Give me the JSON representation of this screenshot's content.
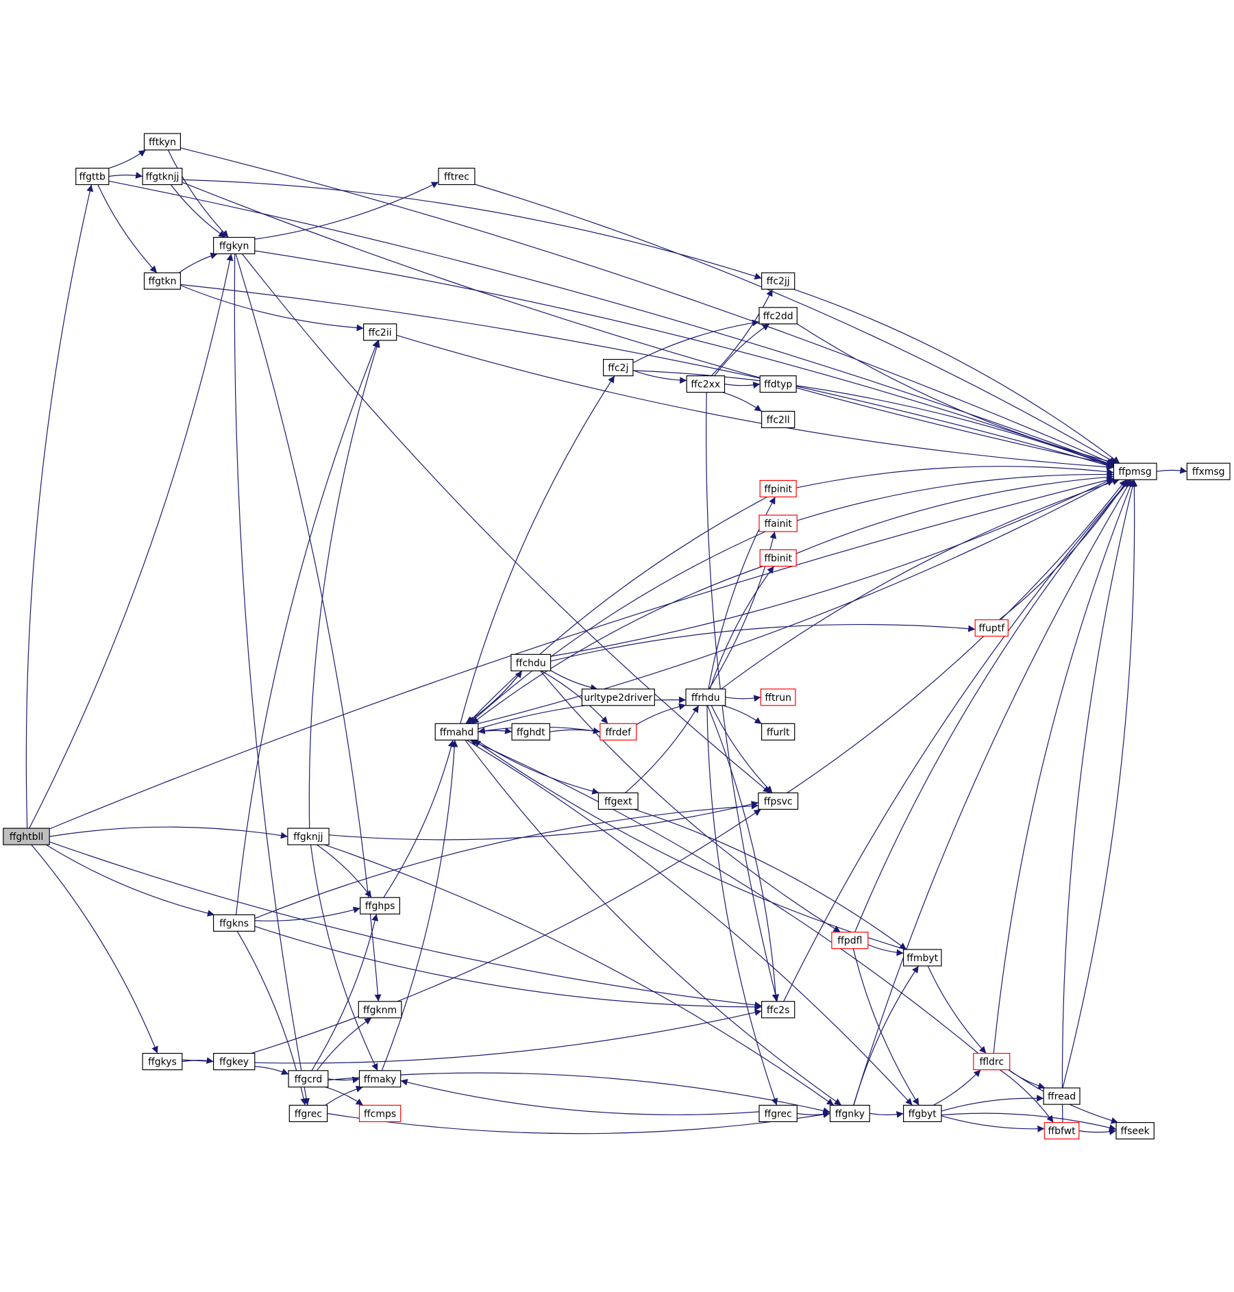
{
  "colors": {
    "edge": "#191970",
    "node_border": "#000000",
    "node_border_incomplete": "#ff0000",
    "root_fill": "#bfbfbf"
  },
  "nodes": [
    {
      "id": "ffghtbll",
      "label": "ffghtbll",
      "root": true
    },
    {
      "id": "ffgttb",
      "label": "ffgttb"
    },
    {
      "id": "fftkyn",
      "label": "fftkyn"
    },
    {
      "id": "ffgtknjj",
      "label": "ffgtknjj"
    },
    {
      "id": "ffgtkn",
      "label": "ffgtkn"
    },
    {
      "id": "ffgkyn",
      "label": "ffgkyn"
    },
    {
      "id": "fftrec",
      "label": "fftrec"
    },
    {
      "id": "ffc2ii",
      "label": "ffc2ii"
    },
    {
      "id": "ffc2jj",
      "label": "ffc2jj"
    },
    {
      "id": "ffc2dd",
      "label": "ffc2dd"
    },
    {
      "id": "ffc2j",
      "label": "ffc2j"
    },
    {
      "id": "ffc2xx",
      "label": "ffc2xx"
    },
    {
      "id": "ffdtyp",
      "label": "ffdtyp"
    },
    {
      "id": "ffc2ll",
      "label": "ffc2ll"
    },
    {
      "id": "ffpmsg",
      "label": "ffpmsg"
    },
    {
      "id": "ffxmsg",
      "label": "ffxmsg"
    },
    {
      "id": "ffpinit",
      "label": "ffpinit",
      "incomplete": true
    },
    {
      "id": "ffainit",
      "label": "ffainit",
      "incomplete": true
    },
    {
      "id": "ffbinit",
      "label": "ffbinit",
      "incomplete": true
    },
    {
      "id": "ffuptf",
      "label": "ffuptf",
      "incomplete": true
    },
    {
      "id": "ffchdu",
      "label": "ffchdu"
    },
    {
      "id": "urltype2driver",
      "label": "urltype2driver"
    },
    {
      "id": "ffrhdu",
      "label": "ffrhdu"
    },
    {
      "id": "fftrun",
      "label": "fftrun",
      "incomplete": true
    },
    {
      "id": "ffmahd",
      "label": "ffmahd"
    },
    {
      "id": "ffghdt",
      "label": "ffghdt"
    },
    {
      "id": "ffrdef",
      "label": "ffrdef",
      "incomplete": true
    },
    {
      "id": "ffurlt",
      "label": "ffurlt"
    },
    {
      "id": "ffgext",
      "label": "ffgext"
    },
    {
      "id": "ffpsvc",
      "label": "ffpsvc"
    },
    {
      "id": "ffgknjj",
      "label": "ffgknjj"
    },
    {
      "id": "ffghps",
      "label": "ffghps"
    },
    {
      "id": "ffgkns",
      "label": "ffgkns"
    },
    {
      "id": "ffpdfl",
      "label": "ffpdfl",
      "incomplete": true
    },
    {
      "id": "ffmbyt",
      "label": "ffmbyt"
    },
    {
      "id": "ffgknm",
      "label": "ffgknm"
    },
    {
      "id": "ffc2s",
      "label": "ffc2s"
    },
    {
      "id": "ffldrc",
      "label": "ffldrc",
      "incomplete": true
    },
    {
      "id": "ffgkys",
      "label": "ffgkys"
    },
    {
      "id": "ffgkey",
      "label": "ffgkey"
    },
    {
      "id": "ffgcrd",
      "label": "ffgcrd"
    },
    {
      "id": "ffmaky",
      "label": "ffmaky"
    },
    {
      "id": "ffread",
      "label": "ffread"
    },
    {
      "id": "ffgrec_left",
      "label": "ffgrec"
    },
    {
      "id": "ffcmps",
      "label": "ffcmps",
      "incomplete": true
    },
    {
      "id": "ffgrec_right",
      "label": "ffgrec"
    },
    {
      "id": "ffgnky",
      "label": "ffgnky"
    },
    {
      "id": "ffgbyt",
      "label": "ffgbyt"
    },
    {
      "id": "ffbfwt",
      "label": "ffbfwt",
      "incomplete": true
    },
    {
      "id": "ffseek",
      "label": "ffseek"
    }
  ],
  "edges": [
    [
      "ffghtbll",
      "ffgttb"
    ],
    [
      "ffghtbll",
      "ffgkyn"
    ],
    [
      "ffghtbll",
      "ffgknjj"
    ],
    [
      "ffghtbll",
      "ffgkns"
    ],
    [
      "ffghtbll",
      "ffgkys"
    ],
    [
      "ffghtbll",
      "ffc2s"
    ],
    [
      "ffghtbll",
      "ffpmsg"
    ],
    [
      "ffgttb",
      "fftkyn"
    ],
    [
      "ffgttb",
      "ffgtknjj"
    ],
    [
      "ffgttb",
      "ffgtkn"
    ],
    [
      "ffgttb",
      "ffpmsg"
    ],
    [
      "fftkyn",
      "ffgkyn"
    ],
    [
      "fftkyn",
      "ffpmsg"
    ],
    [
      "ffgtknjj",
      "ffgkyn"
    ],
    [
      "ffgtknjj",
      "ffc2jj"
    ],
    [
      "ffgtknjj",
      "ffpmsg"
    ],
    [
      "ffgtkn",
      "ffgkyn"
    ],
    [
      "ffgtkn",
      "ffc2ii"
    ],
    [
      "ffgtkn",
      "ffpmsg"
    ],
    [
      "ffgkyn",
      "fftrec"
    ],
    [
      "ffgkyn",
      "ffpmsg"
    ],
    [
      "ffgkyn",
      "ffpsvc"
    ],
    [
      "ffgkyn",
      "ffgknm"
    ],
    [
      "ffgkyn",
      "ffgrec_left"
    ],
    [
      "fftrec",
      "ffpmsg"
    ],
    [
      "ffc2ii",
      "ffpmsg"
    ],
    [
      "ffc2jj",
      "ffpmsg"
    ],
    [
      "ffc2dd",
      "ffpmsg"
    ],
    [
      "ffc2j",
      "ffc2dd"
    ],
    [
      "ffc2j",
      "ffc2xx"
    ],
    [
      "ffc2j",
      "ffpmsg"
    ],
    [
      "ffc2xx",
      "ffc2jj"
    ],
    [
      "ffc2xx",
      "ffc2dd"
    ],
    [
      "ffc2xx",
      "ffdtyp"
    ],
    [
      "ffc2xx",
      "ffc2ll"
    ],
    [
      "ffc2xx",
      "ffc2s"
    ],
    [
      "ffpmsg",
      "ffxmsg"
    ],
    [
      "ffpinit",
      "ffmahd"
    ],
    [
      "ffpinit",
      "ffpmsg"
    ],
    [
      "ffainit",
      "ffmahd"
    ],
    [
      "ffainit",
      "ffpmsg"
    ],
    [
      "ffbinit",
      "ffmahd"
    ],
    [
      "ffbinit",
      "ffpmsg"
    ],
    [
      "ffuptf",
      "ffpmsg"
    ],
    [
      "ffchdu",
      "ffmahd"
    ],
    [
      "ffchdu",
      "ffpmsg"
    ],
    [
      "ffchdu",
      "ffuptf"
    ],
    [
      "ffchdu",
      "urltype2driver"
    ],
    [
      "ffchdu",
      "ffrdef"
    ],
    [
      "ffchdu",
      "ffpdfl"
    ],
    [
      "ffrhdu",
      "ffpinit"
    ],
    [
      "ffrhdu",
      "ffainit"
    ],
    [
      "ffrhdu",
      "ffbinit"
    ],
    [
      "ffrhdu",
      "fftrun"
    ],
    [
      "ffrhdu",
      "ffurlt"
    ],
    [
      "ffrhdu",
      "ffpsvc"
    ],
    [
      "ffrhdu",
      "ffc2s"
    ],
    [
      "ffrhdu",
      "ffgrec_right"
    ],
    [
      "ffrhdu",
      "ffpmsg"
    ],
    [
      "ffmahd",
      "ffchdu"
    ],
    [
      "ffmahd",
      "ffghdt"
    ],
    [
      "ffmahd",
      "ffgext"
    ],
    [
      "ffmahd",
      "ffc2j"
    ],
    [
      "ffmahd",
      "ffpmsg"
    ],
    [
      "ffmahd",
      "ffrhdu"
    ],
    [
      "ffmahd",
      "ffgnky"
    ],
    [
      "ffmahd",
      "ffgbyt"
    ],
    [
      "ffghdt",
      "ffmahd"
    ],
    [
      "ffghdt",
      "ffrdef"
    ],
    [
      "ffrdef",
      "ffmahd"
    ],
    [
      "ffrdef",
      "ffrhdu"
    ],
    [
      "ffgext",
      "ffrhdu"
    ],
    [
      "ffgext",
      "ffmbyt"
    ],
    [
      "ffpsvc",
      "ffpmsg"
    ],
    [
      "ffgknjj",
      "ffc2ii"
    ],
    [
      "ffgknjj",
      "ffpsvc"
    ],
    [
      "ffgknjj",
      "ffghps"
    ],
    [
      "ffgknjj",
      "ffmaky"
    ],
    [
      "ffgknjj",
      "ffgnky"
    ],
    [
      "ffghps",
      "ffmahd"
    ],
    [
      "ffgkns",
      "ffc2ii"
    ],
    [
      "ffgkns",
      "ffghps"
    ],
    [
      "ffgkns",
      "ffpsvc"
    ],
    [
      "ffgkns",
      "ffc2s"
    ],
    [
      "ffgkns",
      "ffgrec_left"
    ],
    [
      "ffpdfl",
      "ffmbyt"
    ],
    [
      "ffpdfl",
      "ffpmsg"
    ],
    [
      "ffpdfl",
      "ffgbyt"
    ],
    [
      "ffmbyt",
      "ffmahd"
    ],
    [
      "ffmbyt",
      "ffldrc"
    ],
    [
      "ffc2s",
      "ffpmsg"
    ],
    [
      "ffldrc",
      "ffmahd"
    ],
    [
      "ffldrc",
      "ffpmsg"
    ],
    [
      "ffldrc",
      "ffread"
    ],
    [
      "ffldrc",
      "ffbfwt"
    ],
    [
      "ffldrc",
      "ffseek"
    ],
    [
      "ffgkys",
      "ffgkey"
    ],
    [
      "ffgkys",
      "ffc2s"
    ],
    [
      "ffgkey",
      "ffgcrd"
    ],
    [
      "ffgkey",
      "ffpsvc"
    ],
    [
      "ffgcrd",
      "ffgknm"
    ],
    [
      "ffgcrd",
      "ffmaky"
    ],
    [
      "ffgcrd",
      "ffcmps"
    ],
    [
      "ffgcrd",
      "ffghps"
    ],
    [
      "ffgcrd",
      "ffgnky"
    ],
    [
      "ffmaky",
      "ffmahd"
    ],
    [
      "ffgrec_left",
      "ffmaky"
    ],
    [
      "ffgrec_left",
      "ffgnky"
    ],
    [
      "ffgrec_right",
      "ffmaky"
    ],
    [
      "ffgrec_right",
      "ffgnky"
    ],
    [
      "ffgnky",
      "ffmbyt"
    ],
    [
      "ffgnky",
      "ffgbyt"
    ],
    [
      "ffgnky",
      "ffpmsg"
    ],
    [
      "ffgbyt",
      "ffldrc"
    ],
    [
      "ffgbyt",
      "ffread"
    ],
    [
      "ffgbyt",
      "ffbfwt"
    ],
    [
      "ffgbyt",
      "ffseek"
    ],
    [
      "ffread",
      "ffpmsg"
    ],
    [
      "ffbfwt",
      "ffpmsg"
    ],
    [
      "ffbfwt",
      "ffseek"
    ]
  ]
}
